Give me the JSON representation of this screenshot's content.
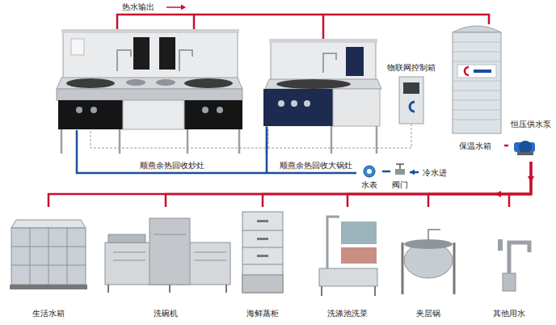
{
  "diagram": {
    "nodes": [
      {
        "text": [
          "物联网控制箱"
        ]
      },
      {
        "text": [
          "保温水箱"
        ]
      },
      {
        "text": [
          "恒压供水泵"
        ]
      },
      {
        "text": [
          "水表"
        ]
      },
      {
        "text": [
          "阀门"
        ]
      },
      {
        "text": [
          "冷水进"
        ]
      },
      {
        "text": [
          "生活水箱"
        ]
      },
      {
        "text": [
          "洗碗机"
        ]
      },
      {
        "text": [
          "海鲜蒸柜"
        ]
      },
      {
        "text": [
          "洗涤池洗菜"
        ]
      },
      {
        "text": [
          "夹层锅"
        ]
      },
      {
        "text": [
          "其他用水"
        ]
      }
    ],
    "edges": [
      {
        "from": 5,
        "to": 4,
        "arrow": "to"
      },
      {
        "from": 4,
        "to": 3,
        "arrow": "none"
      },
      {
        "from": 1,
        "to": 2,
        "arrow": "none"
      },
      {
        "from": 2,
        "to": 6,
        "arrow": "none"
      },
      {
        "from": 2,
        "to": 7,
        "arrow": "none"
      },
      {
        "from": 2,
        "to": 8,
        "arrow": "none"
      },
      {
        "from": 2,
        "to": 9,
        "arrow": "none"
      },
      {
        "from": 2,
        "to": 10,
        "arrow": "none"
      },
      {
        "from": 2,
        "to": 11,
        "arrow": "none"
      }
    ],
    "labels": [
      "热水输出",
      "顺燕余热回收炒灶",
      "顺燕余热回收大锅灶"
    ]
  }
}
